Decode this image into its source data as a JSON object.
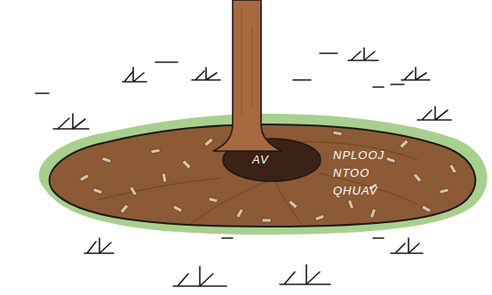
{
  "diagram": {
    "nodes": [
      {
        "text": [
          "NPLOOJ NTOO QHUAV"
        ]
      },
      {
        "text": [
          "AV"
        ],
        "in": 0
      }
    ]
  }
}
